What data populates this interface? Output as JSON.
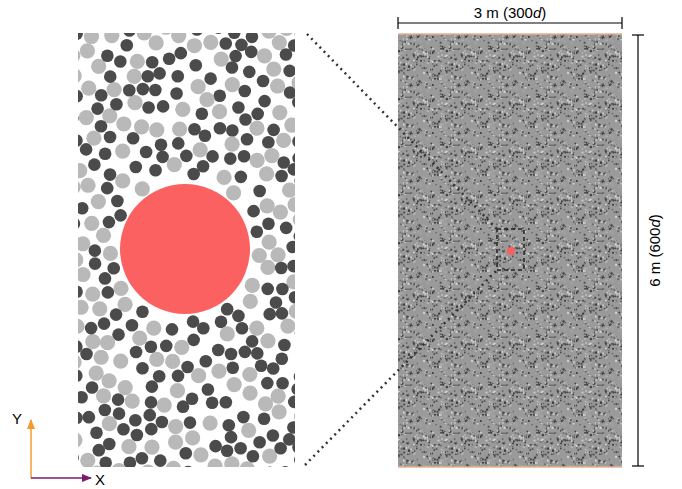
{
  "diagram": {
    "labels": [
      "3 m  (300d)",
      "6 m (600d)",
      "Y",
      "X"
    ]
  }
}
